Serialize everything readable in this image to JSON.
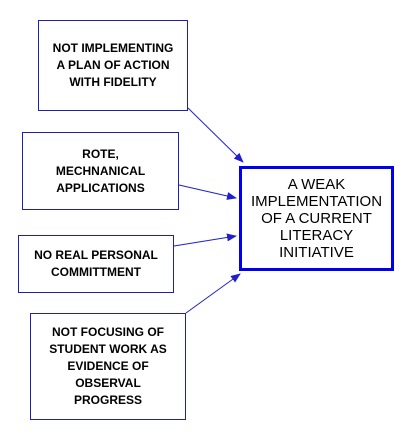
{
  "causes": [
    {
      "text": "NOT IMPLEMENTING\nA PLAN OF ACTION\nWITH FIDELITY"
    },
    {
      "text": "ROTE,\nMECHNANICAL\nAPPLICATIONS"
    },
    {
      "text": "NO REAL PERSONAL\nCOMMITTMENT"
    },
    {
      "text": "NOT FOCUSING OF\nSTUDENT WORK AS\nEVIDENCE OF\nOBSERVAL\nPROGRESS"
    }
  ],
  "effect": {
    "text": "A WEAK\nIMPLEMENTATION\nOF A CURRENT\nLITERACY\nINITIATIVE"
  },
  "colors": {
    "connector": "#1f1fd0",
    "effect_border": "#0000ee",
    "cause_border": "#1f1fb0"
  }
}
